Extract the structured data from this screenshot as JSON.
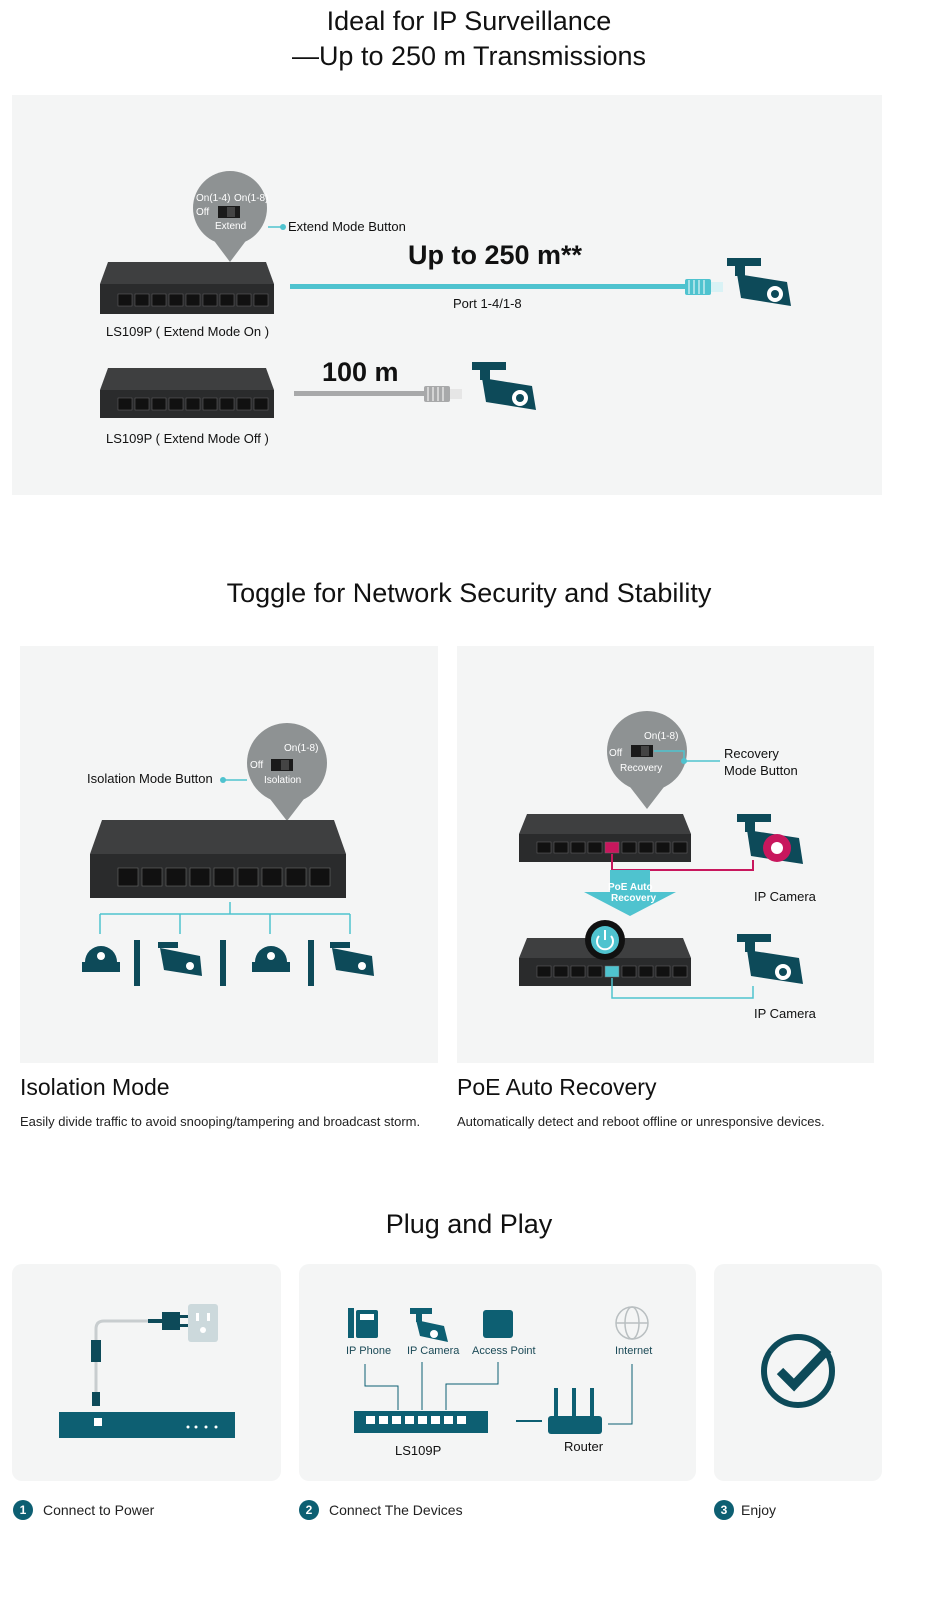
{
  "section1": {
    "title_line1": "Ideal for IP Surveillance",
    "title_line2": "—Up to 250 m Transmissions",
    "switch_label": "On(1-4)",
    "switch_label2": "On(1-8)",
    "switch_off": "Off",
    "switch_name": "Extend",
    "extend_button_label": "Extend Mode Button",
    "distance_on": "Up to 250 m**",
    "port_label": "Port 1-4/1-8",
    "device_on_label": "LS109P ( Extend Mode On )",
    "distance_off": "100 m",
    "device_off_label": "LS109P ( Extend Mode Off )"
  },
  "section2": {
    "title": "Toggle for Network Security and Stability",
    "isolation": {
      "switch_on": "On(1-8)",
      "switch_off": "Off",
      "switch_name": "Isolation",
      "button_label": "Isolation Mode Button",
      "heading": "Isolation Mode",
      "description": "Easily divide traffic to avoid snooping/tampering and broadcast storm."
    },
    "recovery": {
      "switch_on": "On(1-8)",
      "switch_off": "Off",
      "switch_name": "Recovery",
      "button_label_line1": "Recovery",
      "button_label_line2": "Mode Button",
      "arrow_label_line1": "PoE Auto",
      "arrow_label_line2": "Recovery",
      "camera1_label": "IP Camera",
      "camera2_label": "IP Camera",
      "heading": "PoE Auto Recovery",
      "description": "Automatically detect and reboot offline or unresponsive devices."
    }
  },
  "section3": {
    "title": "Plug and Play",
    "devices": {
      "ip_phone": "IP Phone",
      "ip_camera": "IP Camera",
      "access_point": "Access Point",
      "internet": "Internet",
      "switch": "LS109P",
      "router": "Router"
    },
    "steps": [
      {
        "num": "1",
        "label": "Connect to Power"
      },
      {
        "num": "2",
        "label": "Connect The Devices"
      },
      {
        "num": "3",
        "label": "Enjoy"
      }
    ]
  },
  "colors": {
    "teal": "#0d5f72",
    "cyan": "#4fc3cf",
    "panel": "#f4f5f5",
    "magenta": "#c8175d"
  }
}
